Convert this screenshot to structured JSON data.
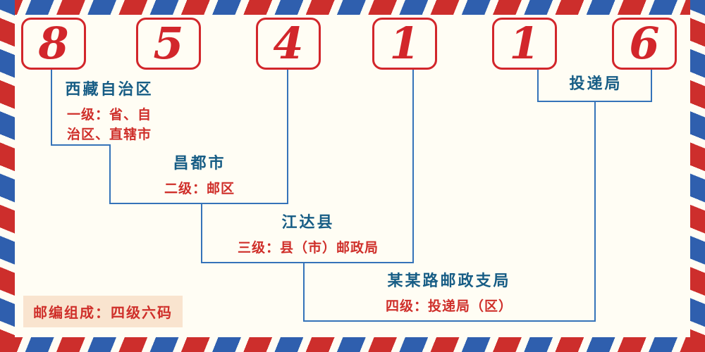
{
  "postal_code": {
    "digits": [
      "8",
      "5",
      "4",
      "1",
      "1",
      "6"
    ]
  },
  "levels": {
    "level1": {
      "place": "西藏自治区",
      "desc": "一级：省、自治区、直辖市"
    },
    "level2": {
      "place": "昌都市",
      "desc": "二级：邮区"
    },
    "level3": {
      "place": "江达县",
      "desc": "三级：县（市）邮政局"
    },
    "level4": {
      "place": "某某路邮政支局",
      "desc": "四级：投递局（区）"
    },
    "delivery": {
      "place": "投递局"
    }
  },
  "footer": {
    "text": "邮编组成：四级六码"
  },
  "colors": {
    "digit_red": "#d2262b",
    "place_blue": "#175d85",
    "line_blue": "#3573b9",
    "stripe_red": "#cd2e2c",
    "stripe_blue": "#2f5fae",
    "background": "#fffdf4",
    "footer_background": "#f9e4cf"
  }
}
